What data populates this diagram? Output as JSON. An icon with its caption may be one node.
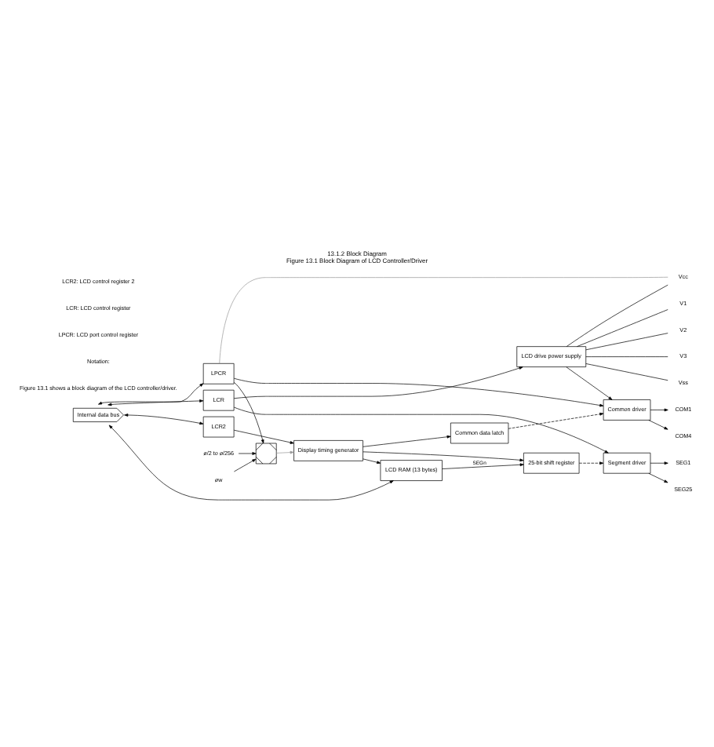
{
  "diagram": {
    "title": "13.1.2 Block Diagram",
    "caption": "Figure 13.1 Block Diagram of LCD Controller/Driver",
    "nodes": [
      {
        "text": [
          "ø/2 to ø/256"
        ]
      },
      {
        "text": [
          "øw"
        ]
      },
      {
        "text": [],
        "shape": "box"
      },
      {
        "text": [
          "Internal data bus"
        ]
      },
      {
        "text": [
          "LPCR"
        ]
      },
      {
        "text": [
          "LCR"
        ]
      },
      {
        "text": [
          "LCR2"
        ]
      },
      {
        "text": [
          "Display timing generator"
        ]
      },
      {
        "text": [
          "LCD RAM (13 bytes)"
        ]
      },
      {
        "text": [
          "LCD drive power supply"
        ]
      },
      {
        "text": [
          "Common data latch"
        ]
      },
      {
        "text": [
          "Common driver"
        ]
      },
      {
        "text": [
          "25-bit shift register"
        ]
      },
      {
        "text": [
          "Segment driver"
        ]
      },
      {
        "text": [
          "Vcc"
        ]
      },
      {
        "text": [
          "V1"
        ]
      },
      {
        "text": [
          "V2"
        ]
      },
      {
        "text": [
          "V3"
        ]
      },
      {
        "text": [
          "Vss"
        ]
      },
      {
        "text": [
          "COM1"
        ]
      },
      {
        "text": [
          "COM4"
        ]
      },
      {
        "text": [
          "SEG25"
        ]
      },
      {
        "text": [
          "SEG1"
        ]
      }
    ],
    "edges": [
      {
        "from": 0,
        "to": 2,
        "arrow": "to"
      },
      {
        "from": 1,
        "to": 2,
        "arrow": "to"
      },
      {
        "from": 3,
        "to": 4,
        "arrow": "both"
      },
      {
        "from": 3,
        "to": 5,
        "arrow": "both"
      },
      {
        "from": 3,
        "to": 6,
        "arrow": "both"
      },
      {
        "from": 3,
        "to": 8,
        "arrow": "both"
      },
      {
        "from": 4,
        "to": 2,
        "arrow": "to"
      },
      {
        "from": 4,
        "to": 14,
        "arrow": "none",
        "color": "#999999"
      },
      {
        "from": 5,
        "to": 9,
        "arrow": "to"
      },
      {
        "from": 2,
        "to": 7,
        "arrow": "to",
        "color": "#999999"
      },
      {
        "from": 6,
        "to": 7,
        "arrow": "to"
      },
      {
        "from": 7,
        "to": 8,
        "arrow": "to"
      },
      {
        "from": 7,
        "to": 10,
        "arrow": "to"
      },
      {
        "from": 7,
        "to": 12,
        "arrow": "to"
      },
      {
        "from": 4,
        "to": 11,
        "arrow": "to"
      },
      {
        "from": 5,
        "to": 13,
        "arrow": "to"
      },
      {
        "from": 8,
        "to": 12,
        "arrow": "to",
        "label": "SEGn"
      },
      {
        "from": 9,
        "to": 11,
        "arrow": "to"
      },
      {
        "from": 10,
        "to": 11,
        "arrow": "to",
        "style": "dashed"
      },
      {
        "from": 12,
        "to": 13,
        "arrow": "to",
        "style": "dashed"
      },
      {
        "from": 9,
        "to": 14,
        "arrow": "none"
      },
      {
        "from": 9,
        "to": 15,
        "arrow": "none"
      },
      {
        "from": 9,
        "to": 16,
        "arrow": "none"
      },
      {
        "from": 9,
        "to": 17,
        "arrow": "none"
      },
      {
        "from": 9,
        "to": 18,
        "arrow": "none"
      },
      {
        "from": 11,
        "to": 19,
        "arrow": "to"
      },
      {
        "from": 11,
        "to": 20,
        "arrow": "to"
      },
      {
        "from": 13,
        "to": 21,
        "arrow": "to"
      },
      {
        "from": 13,
        "to": 22,
        "arrow": "to"
      }
    ],
    "labels": [
      "Figure 13.1 shows a block diagram of the LCD controller/driver.",
      "Notation:",
      "LPCR: LCD port control register",
      "LCR: LCD control register",
      "LCR2: LCD control register 2"
    ]
  }
}
